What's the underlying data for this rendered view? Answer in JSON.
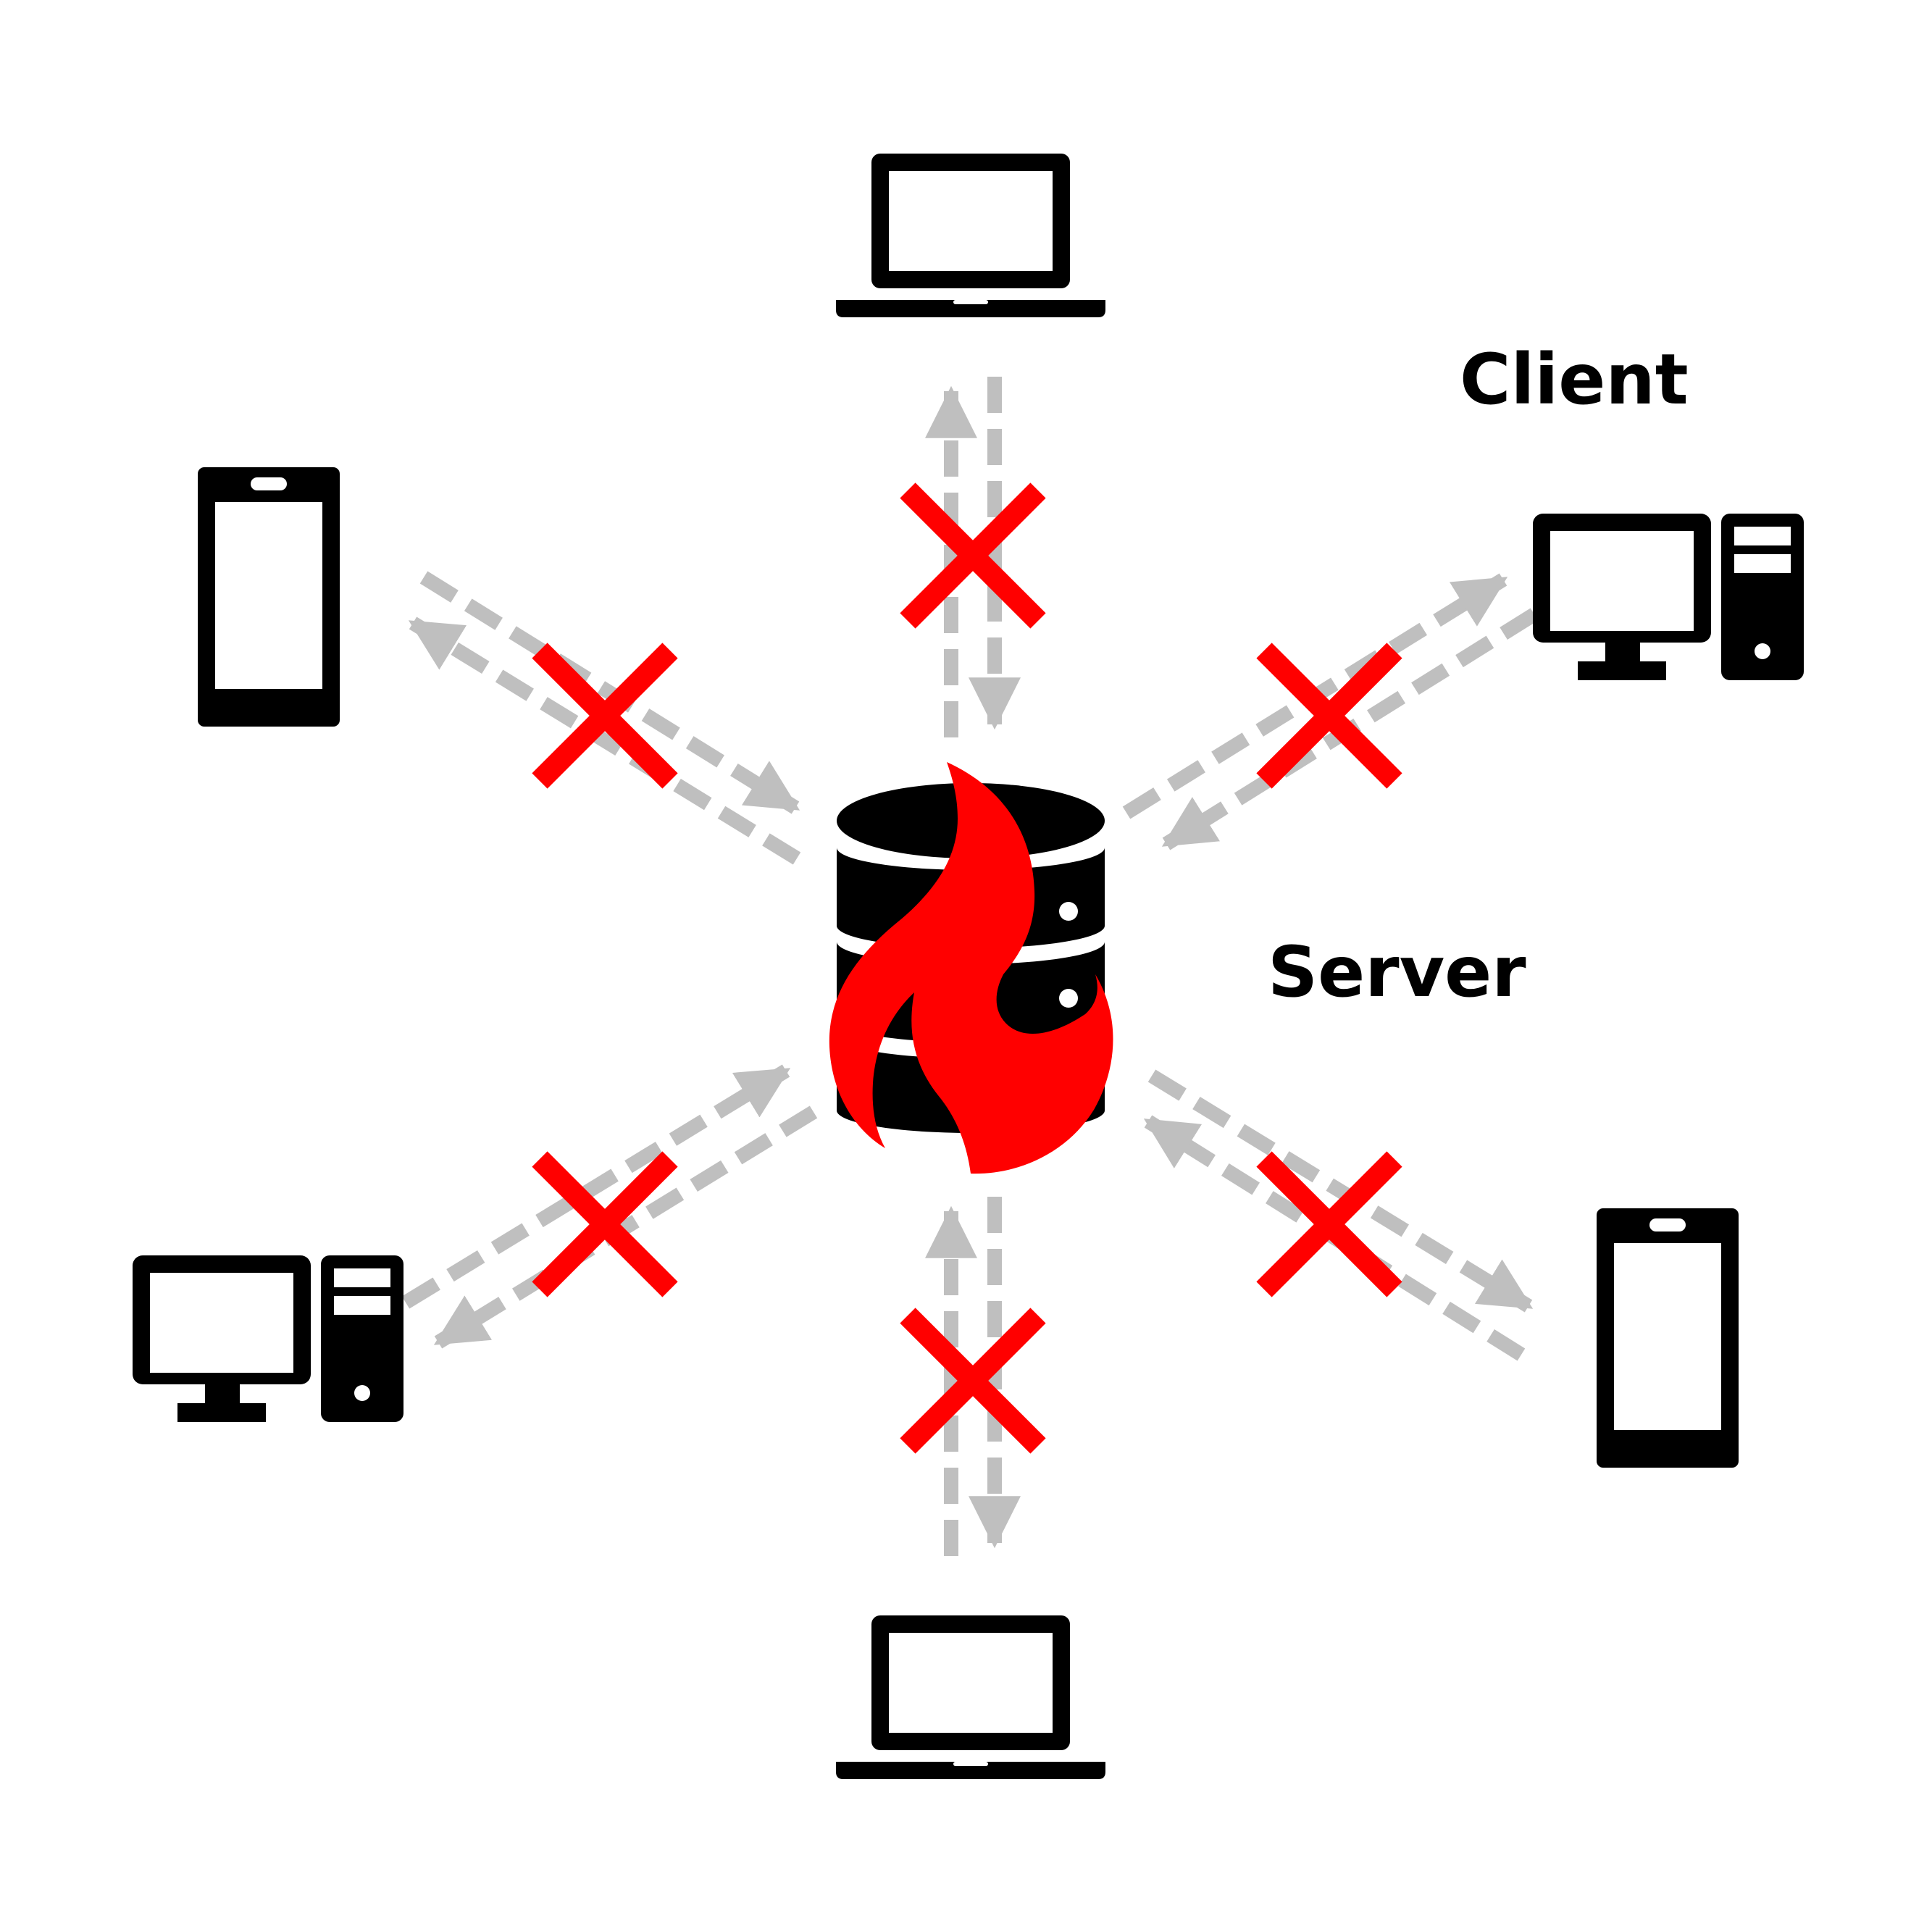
{
  "labels": {
    "client": "Client",
    "server": "Server"
  },
  "colors": {
    "device": "#000000",
    "arrow": "#bfbfbf",
    "cross": "#ff0000",
    "flame": "#ff0000",
    "background": "#ffffff"
  },
  "server": {
    "icon": "database-icon",
    "overlay_icon": "flame-icon"
  },
  "clients": [
    {
      "position": "top",
      "icon": "laptop-icon"
    },
    {
      "position": "upper-left",
      "icon": "smartphone-icon"
    },
    {
      "position": "upper-right",
      "icon": "desktop-computer-icon"
    },
    {
      "position": "lower-left",
      "icon": "desktop-computer-icon"
    },
    {
      "position": "lower-right",
      "icon": "smartphone-icon"
    },
    {
      "position": "bottom",
      "icon": "laptop-icon"
    }
  ],
  "connections": [
    {
      "client": "top",
      "status": "blocked",
      "icon": "cross-icon"
    },
    {
      "client": "upper-left",
      "status": "blocked",
      "icon": "cross-icon"
    },
    {
      "client": "upper-right",
      "status": "blocked",
      "icon": "cross-icon"
    },
    {
      "client": "lower-left",
      "status": "blocked",
      "icon": "cross-icon"
    },
    {
      "client": "lower-right",
      "status": "blocked",
      "icon": "cross-icon"
    },
    {
      "client": "bottom",
      "status": "blocked",
      "icon": "cross-icon"
    }
  ]
}
